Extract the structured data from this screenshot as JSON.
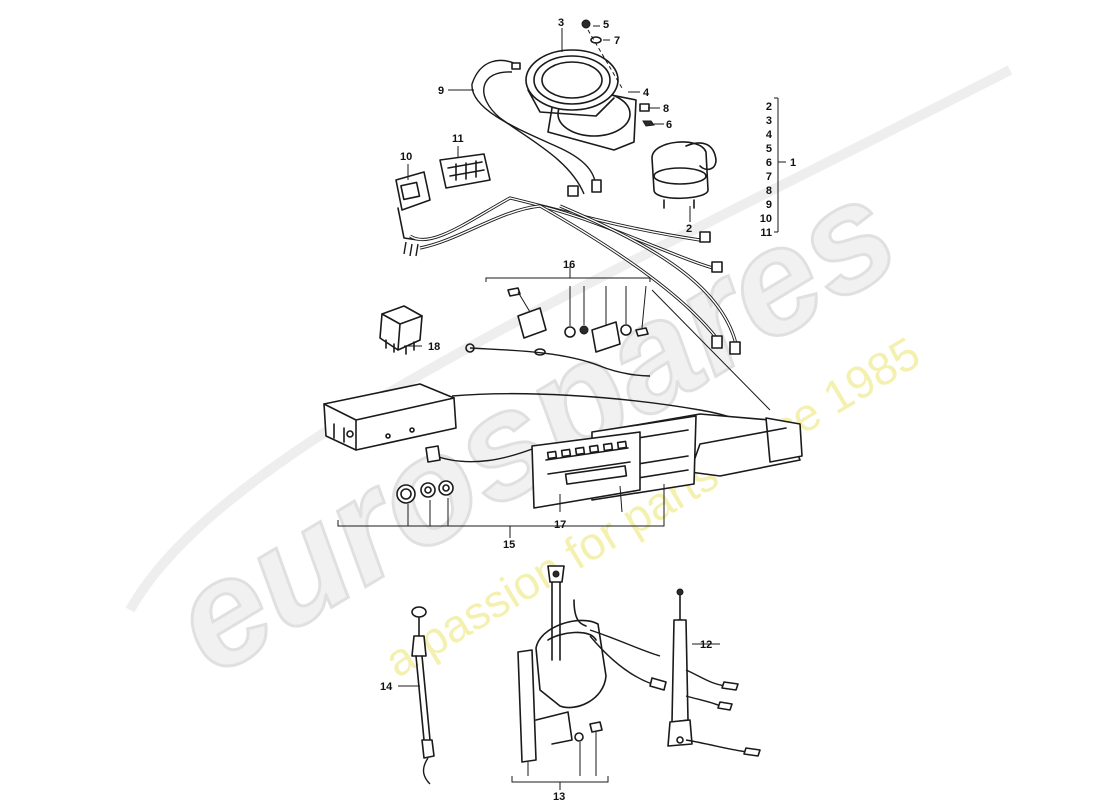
{
  "watermark": {
    "brand": "eurospares",
    "slogan": "a passion for parts since 1985"
  },
  "callouts": {
    "c1": "1",
    "c2": "2",
    "c3": "3",
    "c4": "4",
    "c5": "5",
    "c6": "6",
    "c7": "7",
    "c8": "8",
    "c9": "9",
    "c10": "10",
    "c11": "11",
    "c12": "12",
    "c13": "13",
    "c14": "14",
    "c15": "15",
    "c16": "16",
    "c17": "17",
    "c18": "18"
  },
  "bracket_list": [
    "2",
    "3",
    "4",
    "5",
    "6",
    "7",
    "8",
    "9",
    "10",
    "11"
  ],
  "colors": {
    "line": "#1a1a1a",
    "watermark_gray": "#e4e4e4",
    "watermark_yellow": "#f3f0a6"
  }
}
